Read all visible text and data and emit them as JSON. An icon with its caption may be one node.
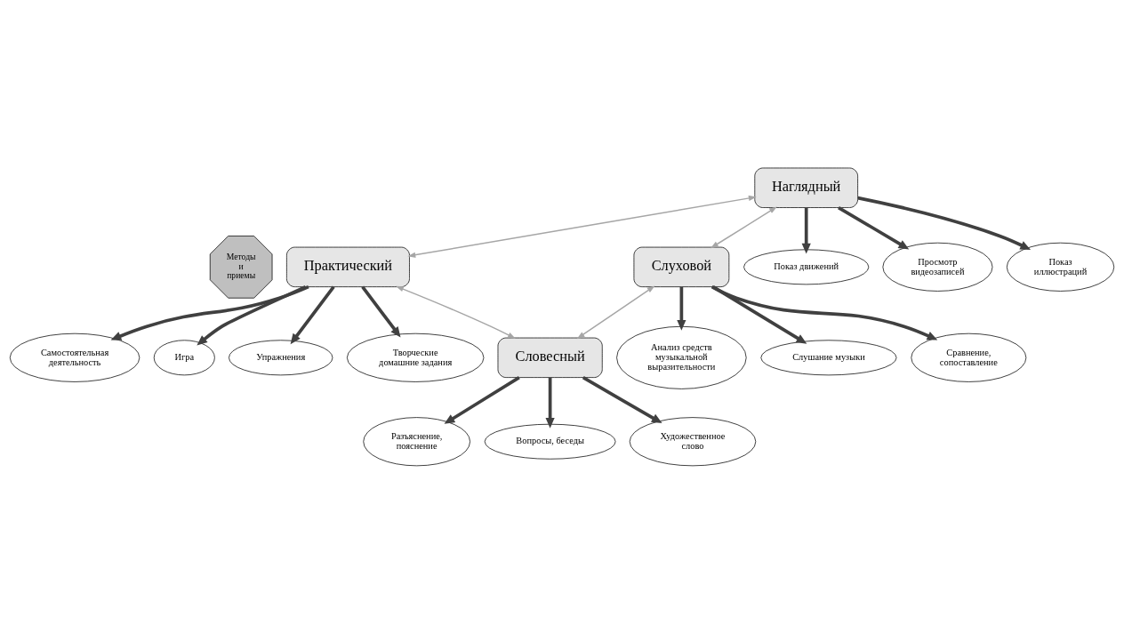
{
  "diagram": {
    "nodes": [
      {
        "text": [
          "Методы и приемы"
        ]
      },
      {
        "text": [
          "Наглядный"
        ]
      },
      {
        "text": [
          "Практический"
        ]
      },
      {
        "text": [
          "Слуховой"
        ]
      },
      {
        "text": [
          "Словесный"
        ]
      },
      {
        "text": [
          "Показ движений"
        ]
      },
      {
        "text": [
          "Просмотр видеозаписей"
        ]
      },
      {
        "text": [
          "Показ иллюстраций"
        ]
      },
      {
        "text": [
          "Самостоятельная деятельность"
        ]
      },
      {
        "text": [
          "Игра"
        ]
      },
      {
        "text": [
          "Упражнения"
        ]
      },
      {
        "text": [
          "Творческие домашние задания"
        ]
      },
      {
        "text": [
          "Анализ средств музыкальной выразительности"
        ]
      },
      {
        "text": [
          "Слушание музыки"
        ]
      },
      {
        "text": [
          "Сравнение, сопоставление"
        ]
      },
      {
        "text": [
          "Разъяснение, пояснение"
        ]
      },
      {
        "text": [
          "Вопросы, беседы"
        ]
      },
      {
        "text": [
          "Художественное слово"
        ]
      }
    ],
    "edges": [
      {
        "from": 1,
        "to": 2,
        "arrow": "both",
        "color": "#a6a6a6"
      },
      {
        "from": 1,
        "to": 3,
        "arrow": "both",
        "color": "#a6a6a6"
      },
      {
        "from": 2,
        "to": 4,
        "arrow": "both",
        "color": "#a6a6a6"
      },
      {
        "from": 3,
        "to": 4,
        "arrow": "both",
        "color": "#a6a6a6"
      },
      {
        "from": 1,
        "to": 5,
        "arrow": "to"
      },
      {
        "from": 1,
        "to": 6,
        "arrow": "to"
      },
      {
        "from": 1,
        "to": 7,
        "arrow": "to"
      },
      {
        "from": 2,
        "to": 8,
        "arrow": "to"
      },
      {
        "from": 2,
        "to": 9,
        "arrow": "to"
      },
      {
        "from": 2,
        "to": 10,
        "arrow": "to"
      },
      {
        "from": 2,
        "to": 11,
        "arrow": "to"
      },
      {
        "from": 3,
        "to": 12,
        "arrow": "to"
      },
      {
        "from": 3,
        "to": 13,
        "arrow": "to"
      },
      {
        "from": 3,
        "to": 14,
        "arrow": "to"
      },
      {
        "from": 4,
        "to": 15,
        "arrow": "to"
      },
      {
        "from": 4,
        "to": 16,
        "arrow": "to"
      },
      {
        "from": 4,
        "to": 17,
        "arrow": "to"
      }
    ]
  }
}
